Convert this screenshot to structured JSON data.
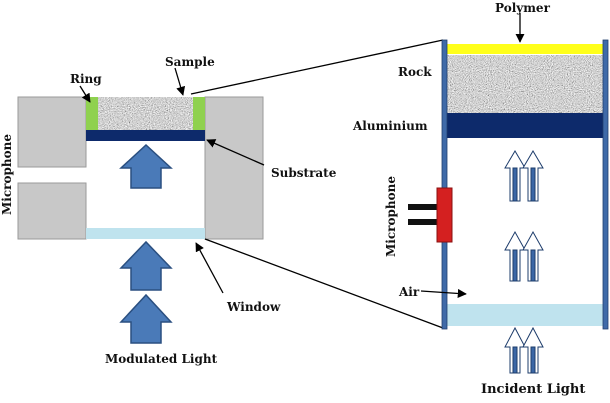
{
  "labels": {
    "ring": "Ring",
    "sample": "Sample",
    "microphone_left": "Microphone",
    "substrate": "Substrate",
    "window": "Window",
    "modulated_light": "Modulated Light",
    "polymer": "Polymer",
    "rock": "Rock",
    "aluminium": "Aluminium",
    "microphone_right": "Microphone",
    "air": "Air",
    "incident_light": "Incident Light"
  },
  "colors": {
    "housing": "#c8c8c8",
    "housing_stroke": "#9a9a9a",
    "ring": "#8fd14f",
    "substrate": "#0d2a6b",
    "window": "#bfe3ee",
    "arrow_fill": "#4a7ab8",
    "arrow_stroke": "#2a4f80",
    "polymer": "#ffff1a",
    "tube_wall": "#3f6aa8",
    "microphone": "#d42020",
    "rock_base": "#9b9b9b"
  }
}
